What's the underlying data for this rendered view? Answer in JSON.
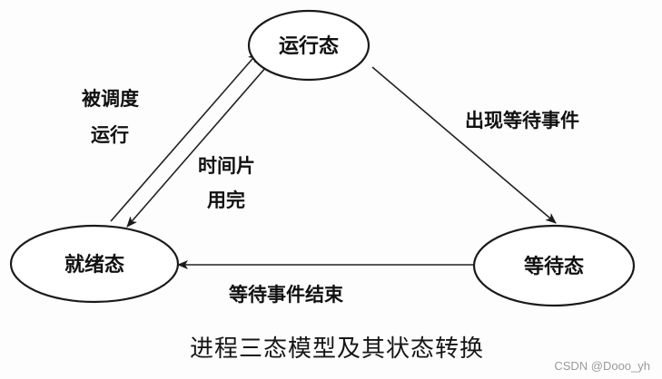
{
  "diagram": {
    "states": {
      "running": "运行态",
      "ready": "就绪态",
      "waiting": "等待态"
    },
    "transitions": {
      "scheduled_line1": "被调度",
      "scheduled_line2": "运行",
      "timeslice_line1": "时间片",
      "timeslice_line2": "用完",
      "wait_event": "出现等待事件",
      "event_done": "等待事件结束"
    },
    "caption": "进程三态模型及其状态转换"
  },
  "watermark": "CSDN @Dooo_yh",
  "colors": {
    "stroke": "#1a1a1a",
    "text": "#111111",
    "watermark": "#9a9a9a",
    "background": "#fdfdfd"
  }
}
